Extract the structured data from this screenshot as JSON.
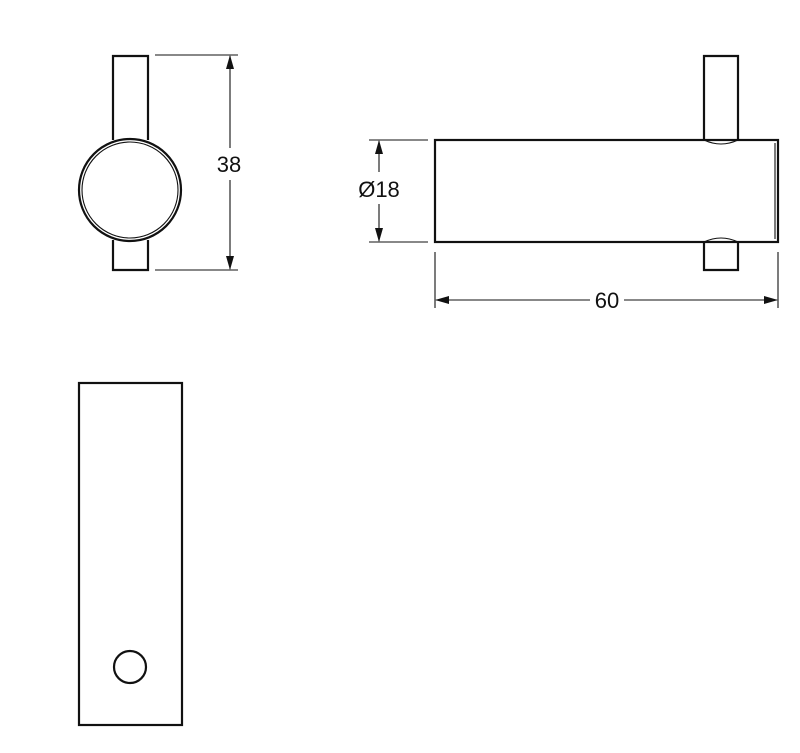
{
  "drawing": {
    "dimensions": {
      "height": "38",
      "diameter": "Ø18",
      "length": "60"
    },
    "line_color": "#111111"
  }
}
